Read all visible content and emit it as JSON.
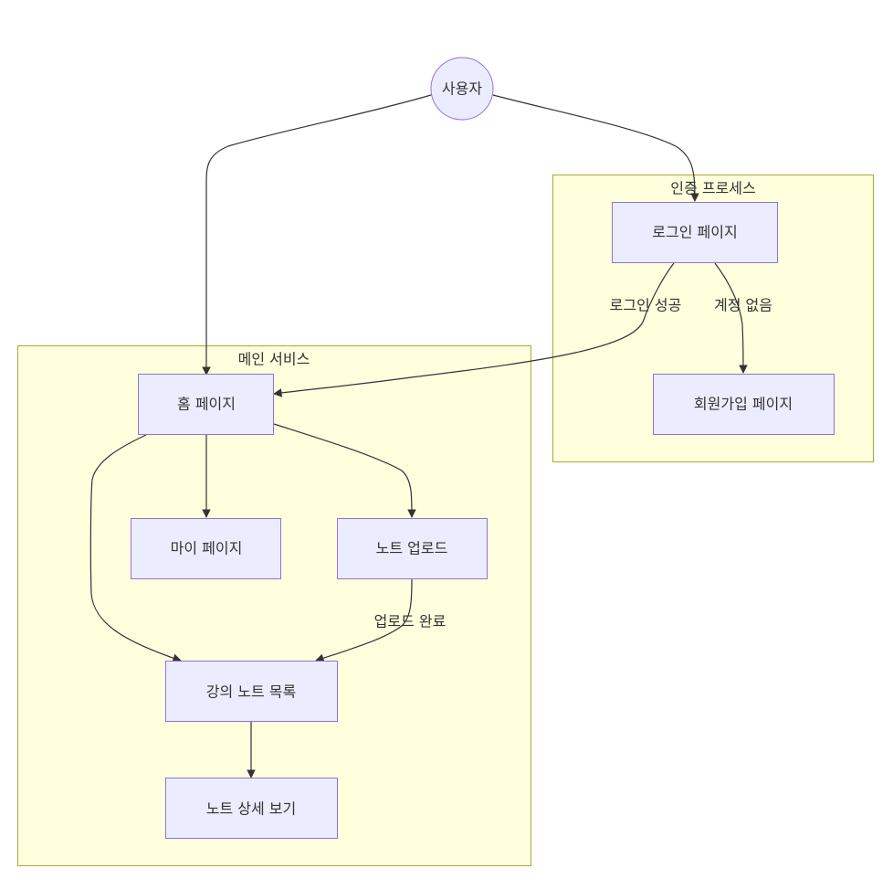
{
  "diagram": {
    "type": "flowchart",
    "colors": {
      "node_fill": "#ececff",
      "node_stroke": "#9370db",
      "cluster_fill": "#ffffde",
      "cluster_stroke": "#aaaa33",
      "edge": "#333333"
    },
    "clusters": [
      {
        "id": "auth",
        "label": "인증 프로세스"
      },
      {
        "id": "main",
        "label": "메인 서비스"
      }
    ],
    "nodes": {
      "user": {
        "label": "사용자",
        "shape": "circle"
      },
      "login": {
        "label": "로그인 페이지",
        "cluster": "auth"
      },
      "signup": {
        "label": "회원가입 페이지",
        "cluster": "auth"
      },
      "home": {
        "label": "홈 페이지",
        "cluster": "main"
      },
      "mypage": {
        "label": "마이 페이지",
        "cluster": "main"
      },
      "upload": {
        "label": "노트 업로드",
        "cluster": "main"
      },
      "list": {
        "label": "강의 노트 목록",
        "cluster": "main"
      },
      "detail": {
        "label": "노트 상세 보기",
        "cluster": "main"
      }
    },
    "edges": [
      {
        "from": "user",
        "to": "home",
        "label": ""
      },
      {
        "from": "user",
        "to": "login",
        "label": ""
      },
      {
        "from": "login",
        "to": "home",
        "label": "로그인 성공"
      },
      {
        "from": "login",
        "to": "signup",
        "label": "계정 없음"
      },
      {
        "from": "home",
        "to": "mypage",
        "label": ""
      },
      {
        "from": "home",
        "to": "upload",
        "label": ""
      },
      {
        "from": "home",
        "to": "list",
        "label": ""
      },
      {
        "from": "upload",
        "to": "list",
        "label": "업로드 완료"
      },
      {
        "from": "list",
        "to": "detail",
        "label": ""
      }
    ]
  }
}
